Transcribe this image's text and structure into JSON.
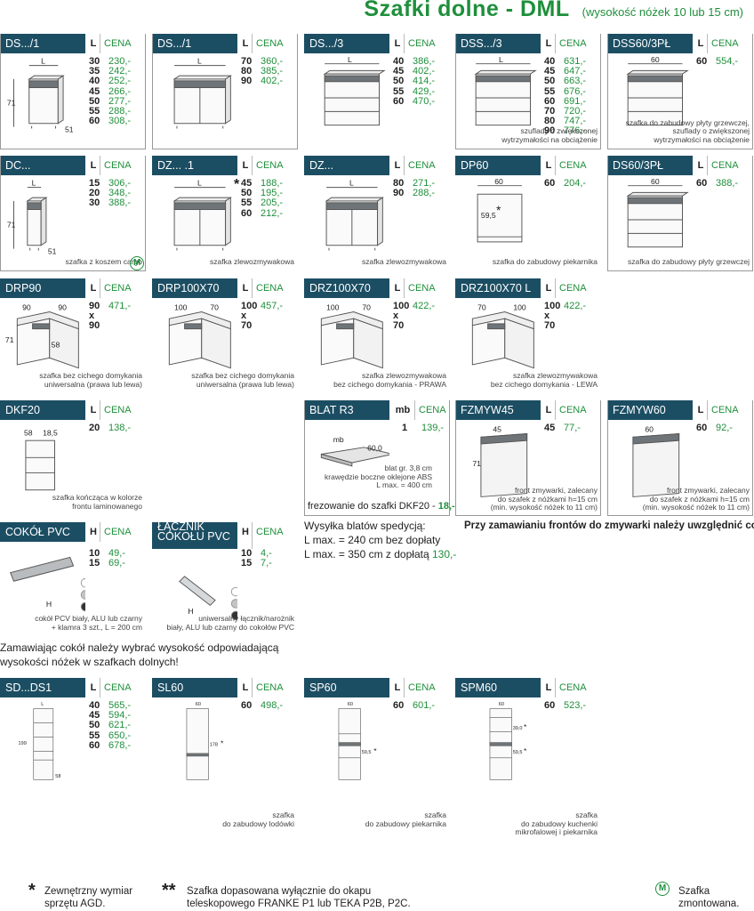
{
  "header": {
    "title": "Szafki dolne - DML",
    "subtitle": "(wysokość nóżek 10 lub 15 cm)"
  },
  "col_l": "L",
  "col_h": "H",
  "col_mb": "mb",
  "col_cena": "CENA",
  "cards": {
    "ds1": {
      "name": "DS.../1",
      "rows": [
        [
          "30",
          "230,-"
        ],
        [
          "35",
          "242,-"
        ],
        [
          "40",
          "252,-"
        ],
        [
          "45",
          "266,-"
        ],
        [
          "50",
          "277,-"
        ],
        [
          "55",
          "288,-"
        ],
        [
          "60",
          "308,-"
        ]
      ],
      "dims": [
        "L",
        "71",
        "51"
      ]
    },
    "ds1b": {
      "name": "DS.../1",
      "rows": [
        [
          "70",
          "360,-"
        ],
        [
          "80",
          "385,-"
        ],
        [
          "90",
          "402,-"
        ]
      ],
      "dims": [
        "L"
      ]
    },
    "ds3": {
      "name": "DS.../3",
      "rows": [
        [
          "40",
          "386,-"
        ],
        [
          "45",
          "402,-"
        ],
        [
          "50",
          "414,-"
        ],
        [
          "55",
          "429,-"
        ],
        [
          "60",
          "470,-"
        ]
      ],
      "dims": [
        "L"
      ]
    },
    "dss3": {
      "name": "DSS.../3",
      "rows": [
        [
          "40",
          "631,-"
        ],
        [
          "45",
          "647,-"
        ],
        [
          "50",
          "663,-"
        ],
        [
          "55",
          "676,-"
        ],
        [
          "60",
          "691,-"
        ],
        [
          "70",
          "720,-"
        ],
        [
          "80",
          "747,-"
        ],
        [
          "90",
          "776,-"
        ]
      ],
      "dims": [
        "L"
      ],
      "caption": [
        "szuflady o zwiększonej",
        "wytrzymałości na obciążenie"
      ]
    },
    "dss603pl": {
      "name": "DSS60/3PŁ",
      "rows": [
        [
          "60",
          "554,-"
        ]
      ],
      "dims": [
        "60"
      ],
      "caption": [
        "szafka do zabudowy płyty grzewczej,",
        "szuflady o zwiększonej",
        "wytrzymałości na obciążenie"
      ]
    },
    "dc": {
      "name": "DC...",
      "rows": [
        [
          "15",
          "306,-"
        ],
        [
          "20",
          "348,-"
        ],
        [
          "30",
          "388,-"
        ]
      ],
      "dims": [
        "L",
        "71",
        "51"
      ],
      "caption": [
        "szafka z koszem cargo"
      ],
      "badge": "M"
    },
    "dz1": {
      "name": "DZ... .1",
      "rows": [
        [
          "45",
          "188,-"
        ],
        [
          "50",
          "195,-"
        ],
        [
          "55",
          "205,-"
        ],
        [
          "60",
          "212,-"
        ]
      ],
      "dims": [
        "L"
      ],
      "star": "*",
      "caption": [
        "szafka zlewozmywakowa"
      ]
    },
    "dz": {
      "name": "DZ...",
      "rows": [
        [
          "80",
          "271,-"
        ],
        [
          "90",
          "288,-"
        ]
      ],
      "dims": [
        "L"
      ],
      "caption": [
        "szafka zlewozmywakowa"
      ]
    },
    "dp60": {
      "name": "DP60",
      "rows": [
        [
          "60",
          "204,-"
        ]
      ],
      "dims": [
        "60",
        "59,5"
      ],
      "star": "*",
      "caption": [
        "szafka do zabudowy piekarnika"
      ]
    },
    "ds603pl": {
      "name": "DS60/3PŁ",
      "rows": [
        [
          "60",
          "388,-"
        ]
      ],
      "dims": [
        "60"
      ],
      "caption": [
        "szafka do zabudowy płyty grzewczej"
      ]
    },
    "drp90": {
      "name": "DRP90",
      "rows": [
        [
          "90",
          "471,-"
        ],
        [
          "x",
          ""
        ],
        [
          "90",
          ""
        ]
      ],
      "dims": [
        "90",
        "90",
        "71",
        "58"
      ],
      "caption": [
        "szafka bez cichego domykania",
        "uniwersalna (prawa lub lewa)"
      ]
    },
    "drp100x70": {
      "name": "DRP100X70",
      "rows": [
        [
          "100",
          "457,-"
        ],
        [
          "x",
          ""
        ],
        [
          "70",
          ""
        ]
      ],
      "dims": [
        "100",
        "70"
      ],
      "caption": [
        "szafka bez cichego domykania",
        "uniwersalna (prawa lub lewa)"
      ]
    },
    "drz100x70": {
      "name": "DRZ100X70",
      "rows": [
        [
          "100",
          "422,-"
        ],
        [
          "x",
          ""
        ],
        [
          "70",
          ""
        ]
      ],
      "dims": [
        "100",
        "70"
      ],
      "caption": [
        "szafka zlewozmywakowa",
        "bez cichego domykania - PRAWA"
      ]
    },
    "drz100x70l": {
      "name": "DRZ100X70 L",
      "rows": [
        [
          "100",
          "422,-"
        ],
        [
          "x",
          ""
        ],
        [
          "70",
          ""
        ]
      ],
      "dims": [
        "70",
        "100"
      ],
      "caption": [
        "szafka zlewozmywakowa",
        "bez cichego domykania - LEWA"
      ]
    },
    "dkf20": {
      "name": "DKF20",
      "rows": [
        [
          "20",
          "138,-"
        ]
      ],
      "dims": [
        "58",
        "18,5"
      ],
      "caption": [
        "szafka kończąca w kolorze",
        "frontu laminowanego"
      ]
    },
    "blatr3": {
      "name": "BLAT R3",
      "rows": [
        [
          "1",
          "139,-"
        ]
      ],
      "dims": [
        "mb",
        "60,0"
      ],
      "caption": [
        "blat gr. 3,8 cm",
        "krawędzie boczne oklejone ABS",
        "L max. = 400 cm"
      ],
      "milling_label": "frezowanie do szafki DKF20 - ",
      "milling_price": "18,-"
    },
    "fzmyw45": {
      "name": "FZMYW45",
      "rows": [
        [
          "45",
          "77,-"
        ]
      ],
      "dims": [
        "45",
        "71"
      ],
      "caption": [
        "front zmywarki, zalecany",
        "do szafek z nóżkami h=15 cm",
        "(min. wysokość nóżek to 11 cm)"
      ]
    },
    "fzmyw60": {
      "name": "FZMYW60",
      "rows": [
        [
          "60",
          "92,-"
        ]
      ],
      "dims": [
        "60"
      ],
      "caption": [
        "front zmywarki, zalecany",
        "do szafek z nóżkami h=15 cm",
        "(min. wysokość nóżek to 11 cm)"
      ]
    },
    "cokol": {
      "name": "COKÓŁ PVC",
      "rows": [
        [
          "10",
          "49,-"
        ],
        [
          "15",
          "69,-"
        ]
      ],
      "dims": [
        "H"
      ],
      "caption": [
        "cokół PCV biały, ALU lub czarny",
        "+ klamra 3 szt., L = 200 cm"
      ]
    },
    "lacznik": {
      "name_1": "ŁĄCZNIK",
      "name_2": "COKOŁU PVC",
      "rows": [
        [
          "10",
          "4,-"
        ],
        [
          "15",
          "7,-"
        ]
      ],
      "dims": [
        "H"
      ],
      "caption": [
        "uniwersalny łącznik/narożnik",
        "biały, ALU lub czarny do cokołów PVC"
      ]
    },
    "sdds1": {
      "name": "SD...DS1",
      "rows": [
        [
          "40",
          "565,-"
        ],
        [
          "45",
          "594,-"
        ],
        [
          "50",
          "621,-"
        ],
        [
          "55",
          "650,-"
        ],
        [
          "60",
          "678,-"
        ]
      ],
      "dims": [
        "L",
        "199",
        "58"
      ]
    },
    "sl60": {
      "name": "SL60",
      "rows": [
        [
          "60",
          "498,-"
        ]
      ],
      "dims": [
        "60",
        "178"
      ],
      "star": "*",
      "caption": [
        "szafka",
        "do zabudowy lodówki"
      ]
    },
    "sp60": {
      "name": "SP60",
      "rows": [
        [
          "60",
          "601,-"
        ]
      ],
      "dims": [
        "60",
        "59,5"
      ],
      "star": "*",
      "caption": [
        "szafka",
        "do zabudowy piekarnika"
      ]
    },
    "spm60": {
      "name": "SPM60",
      "rows": [
        [
          "60",
          "523,-"
        ]
      ],
      "dims": [
        "60",
        "39,0",
        "59,5"
      ],
      "star": "*",
      "caption": [
        "szafka",
        "do zabudowy kuchenki",
        "mikrofalowej i piekarnika"
      ]
    }
  },
  "notes": {
    "wysylka_1": "Wysyłka blatów spedycją:",
    "wysylka_2": "L max. = 240 cm bez dopłaty",
    "wysylka_3": "L max. = 350 cm z dopłatą ",
    "wysylka_3_price": "130,-",
    "fronty": "Przy zamawianiu frontów do zmywarki należy uwzględnić cokół!",
    "cokol_1": "Zamawiając cokół należy wybrać wysokość odpowiadającą",
    "cokol_2": "wysokości nóżek w szafkach dolnych!"
  },
  "footer": {
    "star1": "*",
    "note1_a": "Zewnętrzny wymiar",
    "note1_b": "sprzętu AGD.",
    "star2": "**",
    "note2_a": "Szafka dopasowana wyłącznie do okapu",
    "note2_b": "teleskopowego FRANKE P1 lub TEKA P2B, P2C.",
    "badge": "M",
    "note3_a": "Szafka",
    "note3_b": "zmontowana."
  }
}
